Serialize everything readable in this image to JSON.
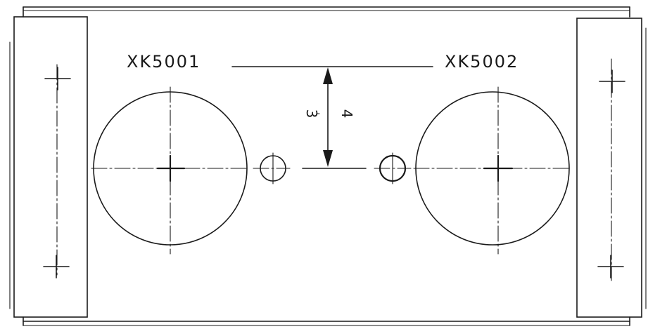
{
  "labels": {
    "left_part": "XK5001",
    "right_part": "XK5002"
  },
  "dimension": {
    "numerator": "3",
    "denominator": "4"
  },
  "colors": {
    "ink": "#1a1a1a",
    "paper": "#ffffff"
  }
}
